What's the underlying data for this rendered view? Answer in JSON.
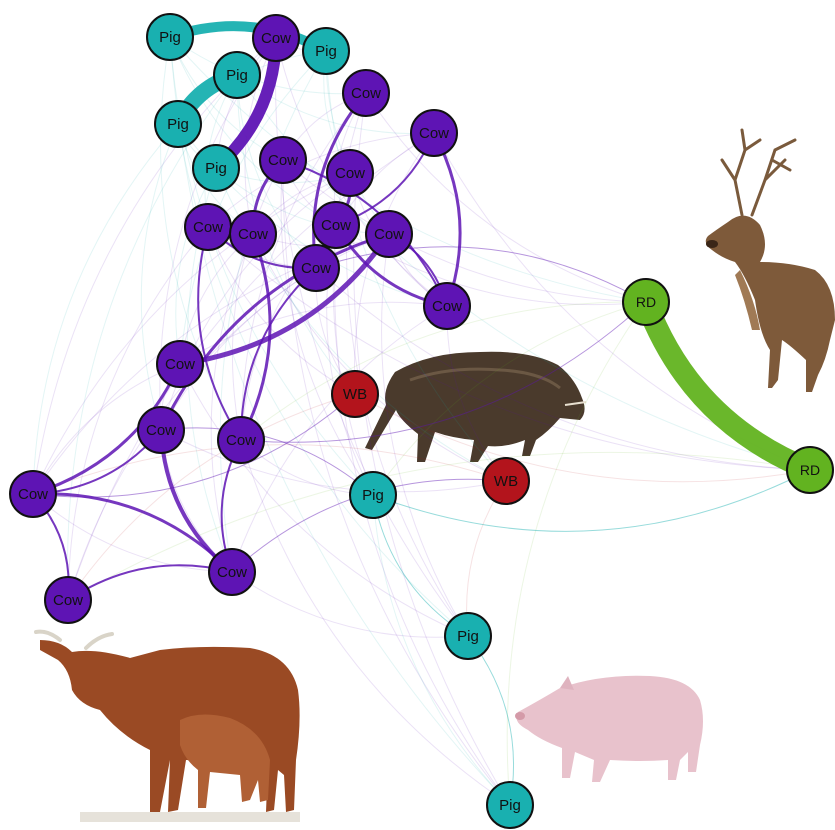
{
  "colors": {
    "cow": "#5e14b4",
    "pig": "#19b0b0",
    "wb": "#b3141c",
    "rd": "#62b320",
    "node_stroke": "#111111"
  },
  "nodes": [
    {
      "id": "pig1",
      "species": "pig",
      "label": "Pig"
    },
    {
      "id": "cow1",
      "species": "cow",
      "label": "Cow"
    },
    {
      "id": "pig2",
      "species": "pig",
      "label": "Pig"
    },
    {
      "id": "pig3",
      "species": "pig",
      "label": "Pig"
    },
    {
      "id": "cow2",
      "species": "cow",
      "label": "Cow"
    },
    {
      "id": "pig4",
      "species": "pig",
      "label": "Pig"
    },
    {
      "id": "cow3",
      "species": "cow",
      "label": "Cow"
    },
    {
      "id": "pig5",
      "species": "pig",
      "label": "Pig"
    },
    {
      "id": "cow4",
      "species": "cow",
      "label": "Cow"
    },
    {
      "id": "cow5",
      "species": "cow",
      "label": "Cow"
    },
    {
      "id": "cow6",
      "species": "cow",
      "label": "Cow"
    },
    {
      "id": "cow7",
      "species": "cow",
      "label": "Cow"
    },
    {
      "id": "cow8",
      "species": "cow",
      "label": "Cow"
    },
    {
      "id": "cow9",
      "species": "cow",
      "label": "Cow"
    },
    {
      "id": "cow10",
      "species": "cow",
      "label": "Cow"
    },
    {
      "id": "cow11",
      "species": "cow",
      "label": "Cow"
    },
    {
      "id": "rd1",
      "species": "rd",
      "label": "RD"
    },
    {
      "id": "cow12",
      "species": "cow",
      "label": "Cow"
    },
    {
      "id": "wb1",
      "species": "wb",
      "label": "WB"
    },
    {
      "id": "cow13",
      "species": "cow",
      "label": "Cow"
    },
    {
      "id": "cow14",
      "species": "cow",
      "label": "Cow"
    },
    {
      "id": "wb2",
      "species": "wb",
      "label": "WB"
    },
    {
      "id": "rd2",
      "species": "rd",
      "label": "RD"
    },
    {
      "id": "cow15",
      "species": "cow",
      "label": "Cow"
    },
    {
      "id": "pig6",
      "species": "pig",
      "label": "Pig"
    },
    {
      "id": "cow16",
      "species": "cow",
      "label": "Cow"
    },
    {
      "id": "cow17",
      "species": "cow",
      "label": "Cow"
    },
    {
      "id": "pig7",
      "species": "pig",
      "label": "Pig"
    },
    {
      "id": "pig8",
      "species": "pig",
      "label": "Pig"
    }
  ],
  "edges": [
    {
      "from": "pig1",
      "to": "pig3",
      "weight": 10
    },
    {
      "from": "pig2",
      "to": "pig4",
      "weight": 16
    },
    {
      "from": "cow1",
      "to": "pig5",
      "weight": 12
    },
    {
      "from": "rd1",
      "to": "rd2",
      "weight": 22
    },
    {
      "from": "cow9",
      "to": "cow12",
      "weight": 5
    },
    {
      "from": "cow9",
      "to": "cow13",
      "weight": 3
    },
    {
      "from": "cow12",
      "to": "cow15",
      "weight": 3
    },
    {
      "from": "cow13",
      "to": "cow16",
      "weight": 4
    },
    {
      "from": "cow15",
      "to": "cow16",
      "weight": 3
    },
    {
      "from": "cow16",
      "to": "cow17",
      "weight": 2
    },
    {
      "from": "cow15",
      "to": "cow17",
      "weight": 2
    },
    {
      "from": "cow14",
      "to": "cow16",
      "weight": 2
    },
    {
      "from": "cow13",
      "to": "cow15",
      "weight": 2
    },
    {
      "from": "cow2",
      "to": "cow10",
      "weight": 3
    },
    {
      "from": "cow3",
      "to": "cow11",
      "weight": 3
    },
    {
      "from": "cow4",
      "to": "cow7",
      "weight": 3
    },
    {
      "from": "cow5",
      "to": "cow8",
      "weight": 3
    },
    {
      "from": "cow6",
      "to": "cow10",
      "weight": 2
    },
    {
      "from": "cow7",
      "to": "cow14",
      "weight": 3
    },
    {
      "from": "cow8",
      "to": "cow11",
      "weight": 3
    },
    {
      "from": "cow9",
      "to": "cow11",
      "weight": 2
    },
    {
      "from": "cow10",
      "to": "cow14",
      "weight": 2
    },
    {
      "from": "cow4",
      "to": "cow11",
      "weight": 2
    },
    {
      "from": "cow6",
      "to": "cow14",
      "weight": 2
    },
    {
      "from": "cow3",
      "to": "cow8",
      "weight": 2
    },
    {
      "from": "pig6",
      "to": "pig7",
      "weight": 1
    },
    {
      "from": "pig7",
      "to": "pig8",
      "weight": 1
    },
    {
      "from": "cow14",
      "to": "rd1",
      "weight": 1
    },
    {
      "from": "cow10",
      "to": "rd1",
      "weight": 1
    },
    {
      "from": "pig6",
      "to": "rd2",
      "weight": 1
    },
    {
      "from": "cow16",
      "to": "wb2",
      "weight": 1
    },
    {
      "from": "cow15",
      "to": "wb1",
      "weight": 1
    },
    {
      "from": "cow13",
      "to": "pig6",
      "weight": 1
    }
  ],
  "animals": [
    {
      "id": "deer",
      "name": "red-deer-illustration"
    },
    {
      "id": "boar",
      "name": "wild-boar-illustration"
    },
    {
      "id": "cow",
      "name": "cow-and-calf-illustration"
    },
    {
      "id": "pig",
      "name": "domestic-pig-illustration"
    }
  ]
}
